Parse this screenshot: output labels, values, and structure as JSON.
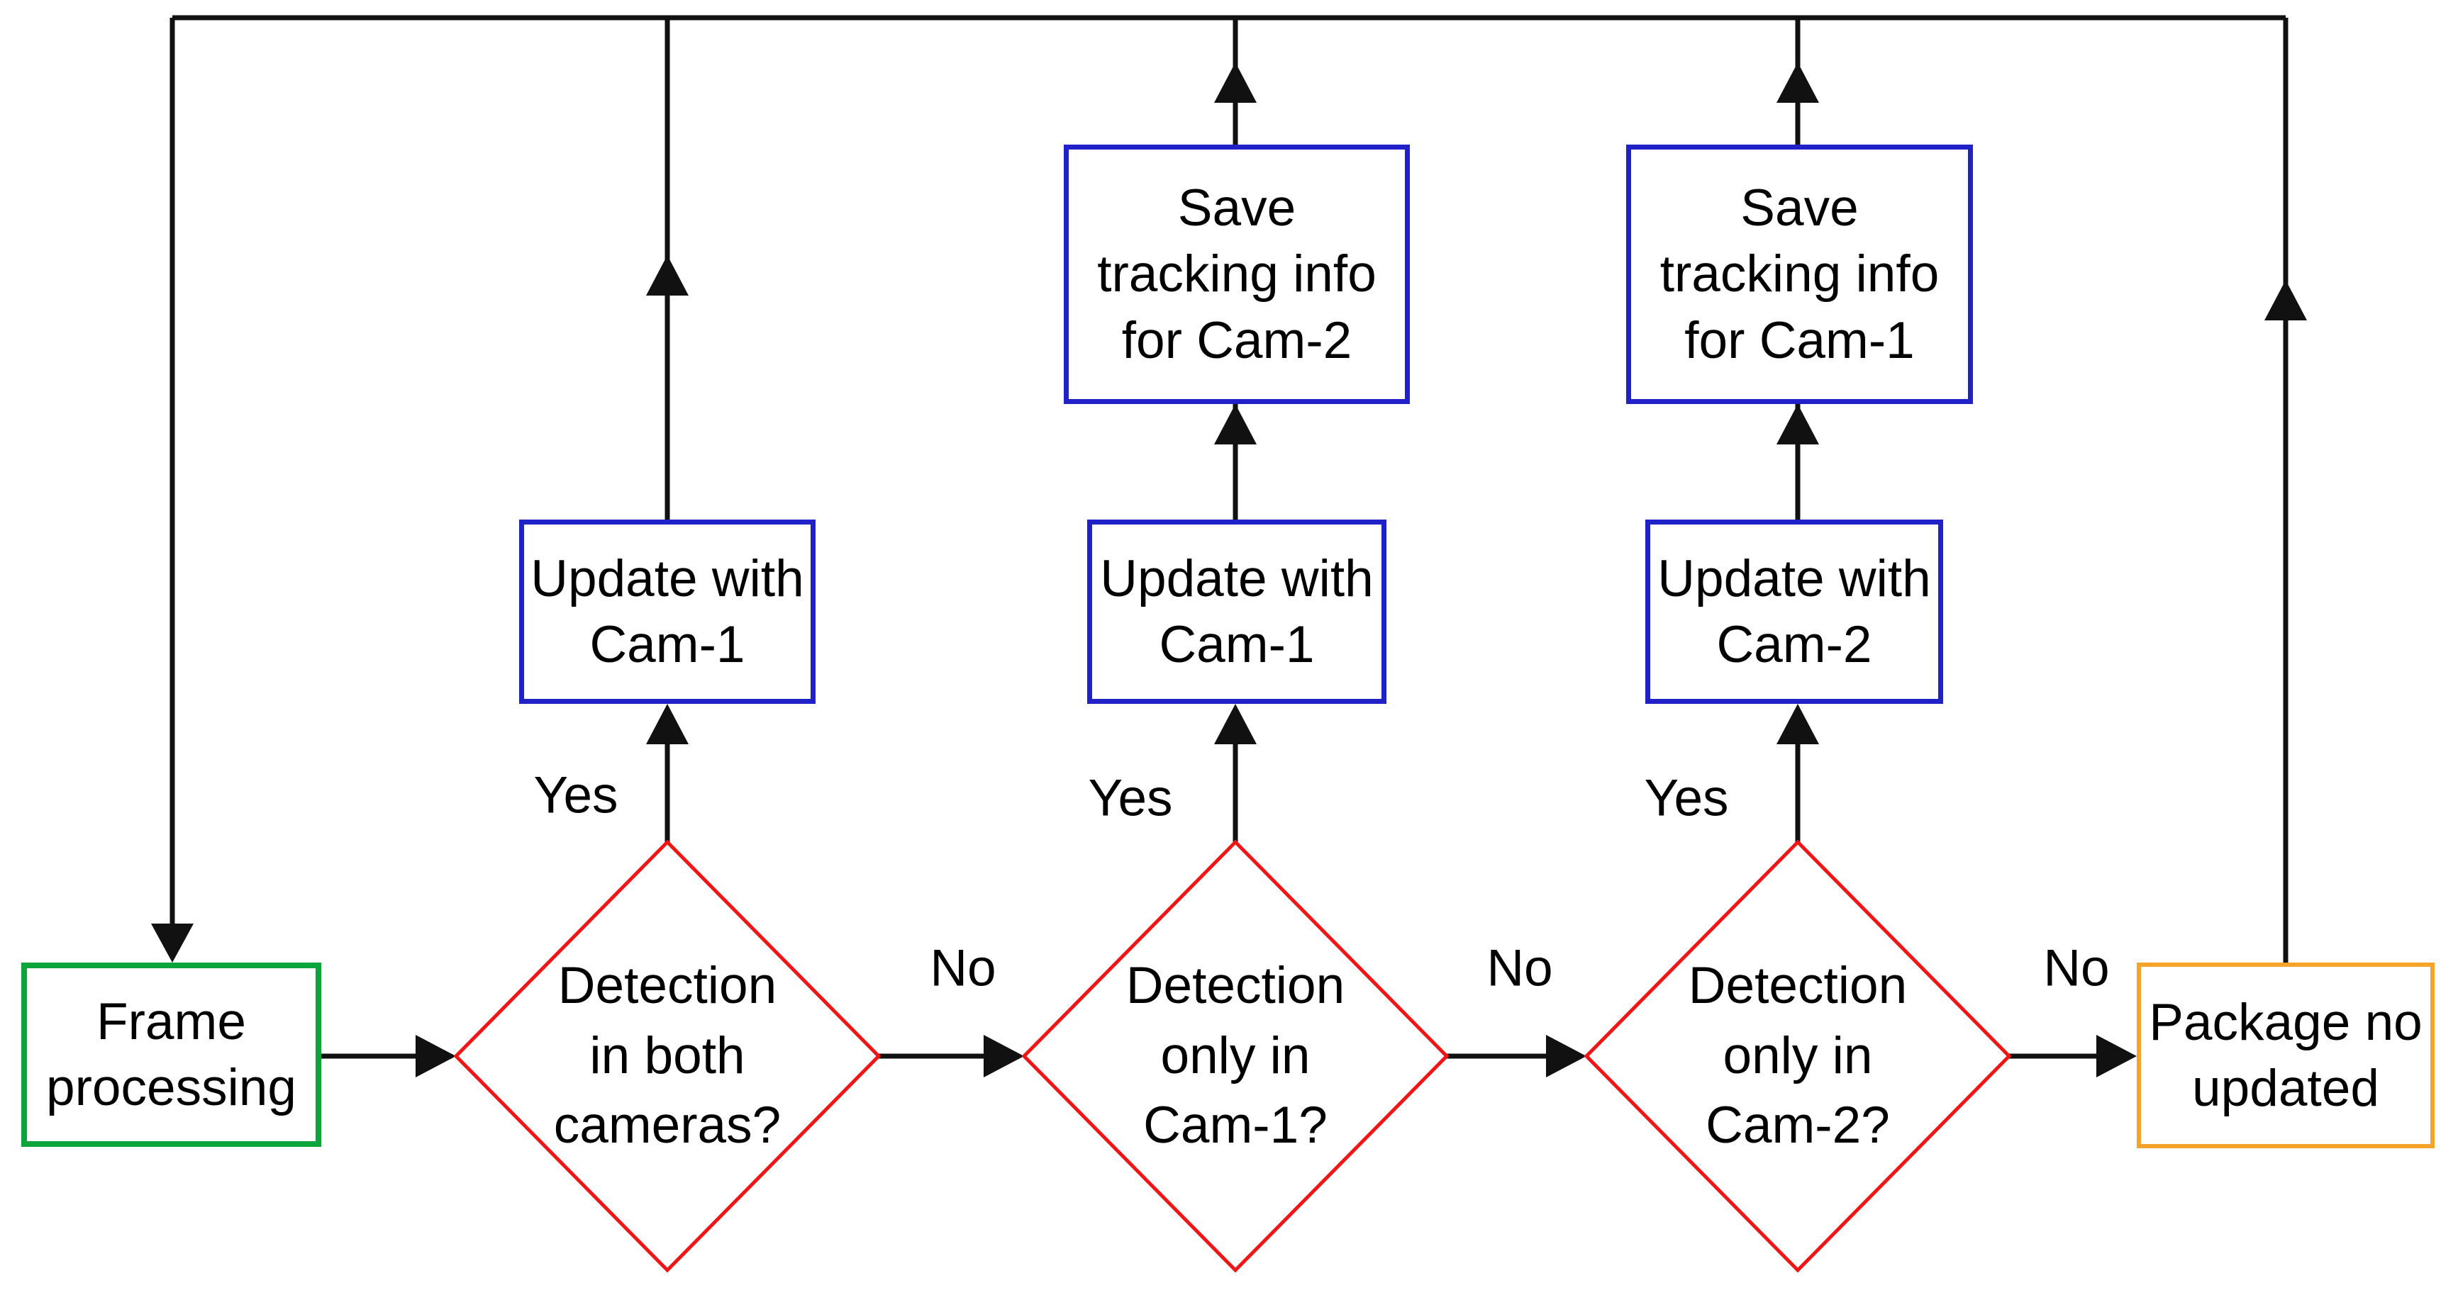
{
  "diagram": {
    "type": "flowchart",
    "nodes": {
      "frame_processing": {
        "label": "Frame\nprocessing",
        "shape": "rect",
        "border_color": "#0BA53B"
      },
      "detect_both": {
        "label": "Detection\nin both\ncameras?",
        "shape": "diamond",
        "border_color": "#F21515"
      },
      "update_cam1_a": {
        "label": "Update with\nCam-1",
        "shape": "rect",
        "border_color": "#2121C8"
      },
      "detect_only_cam1": {
        "label": "Detection\nonly in\nCam-1?",
        "shape": "diamond",
        "border_color": "#F21515"
      },
      "update_cam1_b": {
        "label": "Update with\nCam-1",
        "shape": "rect",
        "border_color": "#2121C8"
      },
      "save_info_cam2": {
        "label": "Save\ntracking info\nfor Cam-2",
        "shape": "rect",
        "border_color": "#2121C8"
      },
      "detect_only_cam2": {
        "label": "Detection\nonly in\nCam-2?",
        "shape": "diamond",
        "border_color": "#F21515"
      },
      "update_cam2": {
        "label": "Update with\nCam-2",
        "shape": "rect",
        "border_color": "#2121C8"
      },
      "save_info_cam1": {
        "label": "Save\ntracking info\nfor Cam-1",
        "shape": "rect",
        "border_color": "#2121C8"
      },
      "package_not_updated": {
        "label": "Package no\nupdated",
        "shape": "rect",
        "border_color": "#F5A42B"
      }
    },
    "edge_labels": {
      "yes_1": "Yes",
      "yes_2": "Yes",
      "yes_3": "Yes",
      "no_1": "No",
      "no_2": "No",
      "no_3": "No"
    },
    "colors": {
      "background": "#ffffff",
      "line": "#111111",
      "text": "#000000",
      "decision_border": "#F21515",
      "process_border": "#2121C8",
      "start_border": "#0BA53B",
      "end_border": "#F5A42B"
    }
  }
}
